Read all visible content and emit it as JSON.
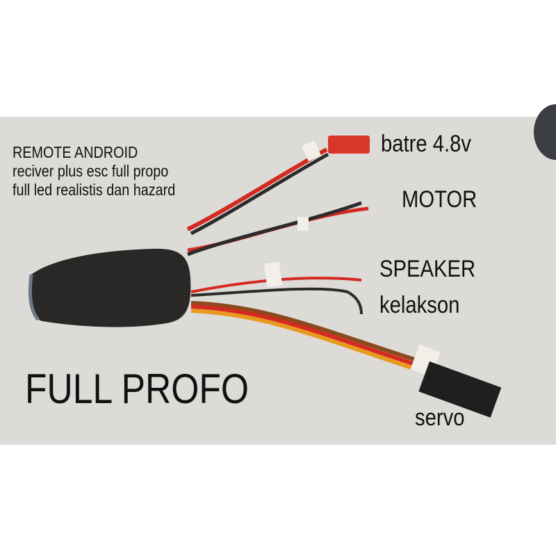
{
  "description_text": {
    "line1": "REMOTE ANDROID",
    "line2": "reciver plus esc full propo",
    "line3": "full led realistis dan hazard"
  },
  "headline": "FULL PROFO",
  "ports": {
    "battery": "batre 4.8v",
    "motor": "MOTOR",
    "speaker": "SPEAKER",
    "horn": "kelakson",
    "servo": "servo"
  },
  "colors": {
    "background": "#dddbd7",
    "module": "#2a2826",
    "wire_red": "#d42a22",
    "wire_black": "#2b2b2b",
    "wire_orange": "#e89a1e",
    "wire_brown": "#8a4a1e"
  }
}
